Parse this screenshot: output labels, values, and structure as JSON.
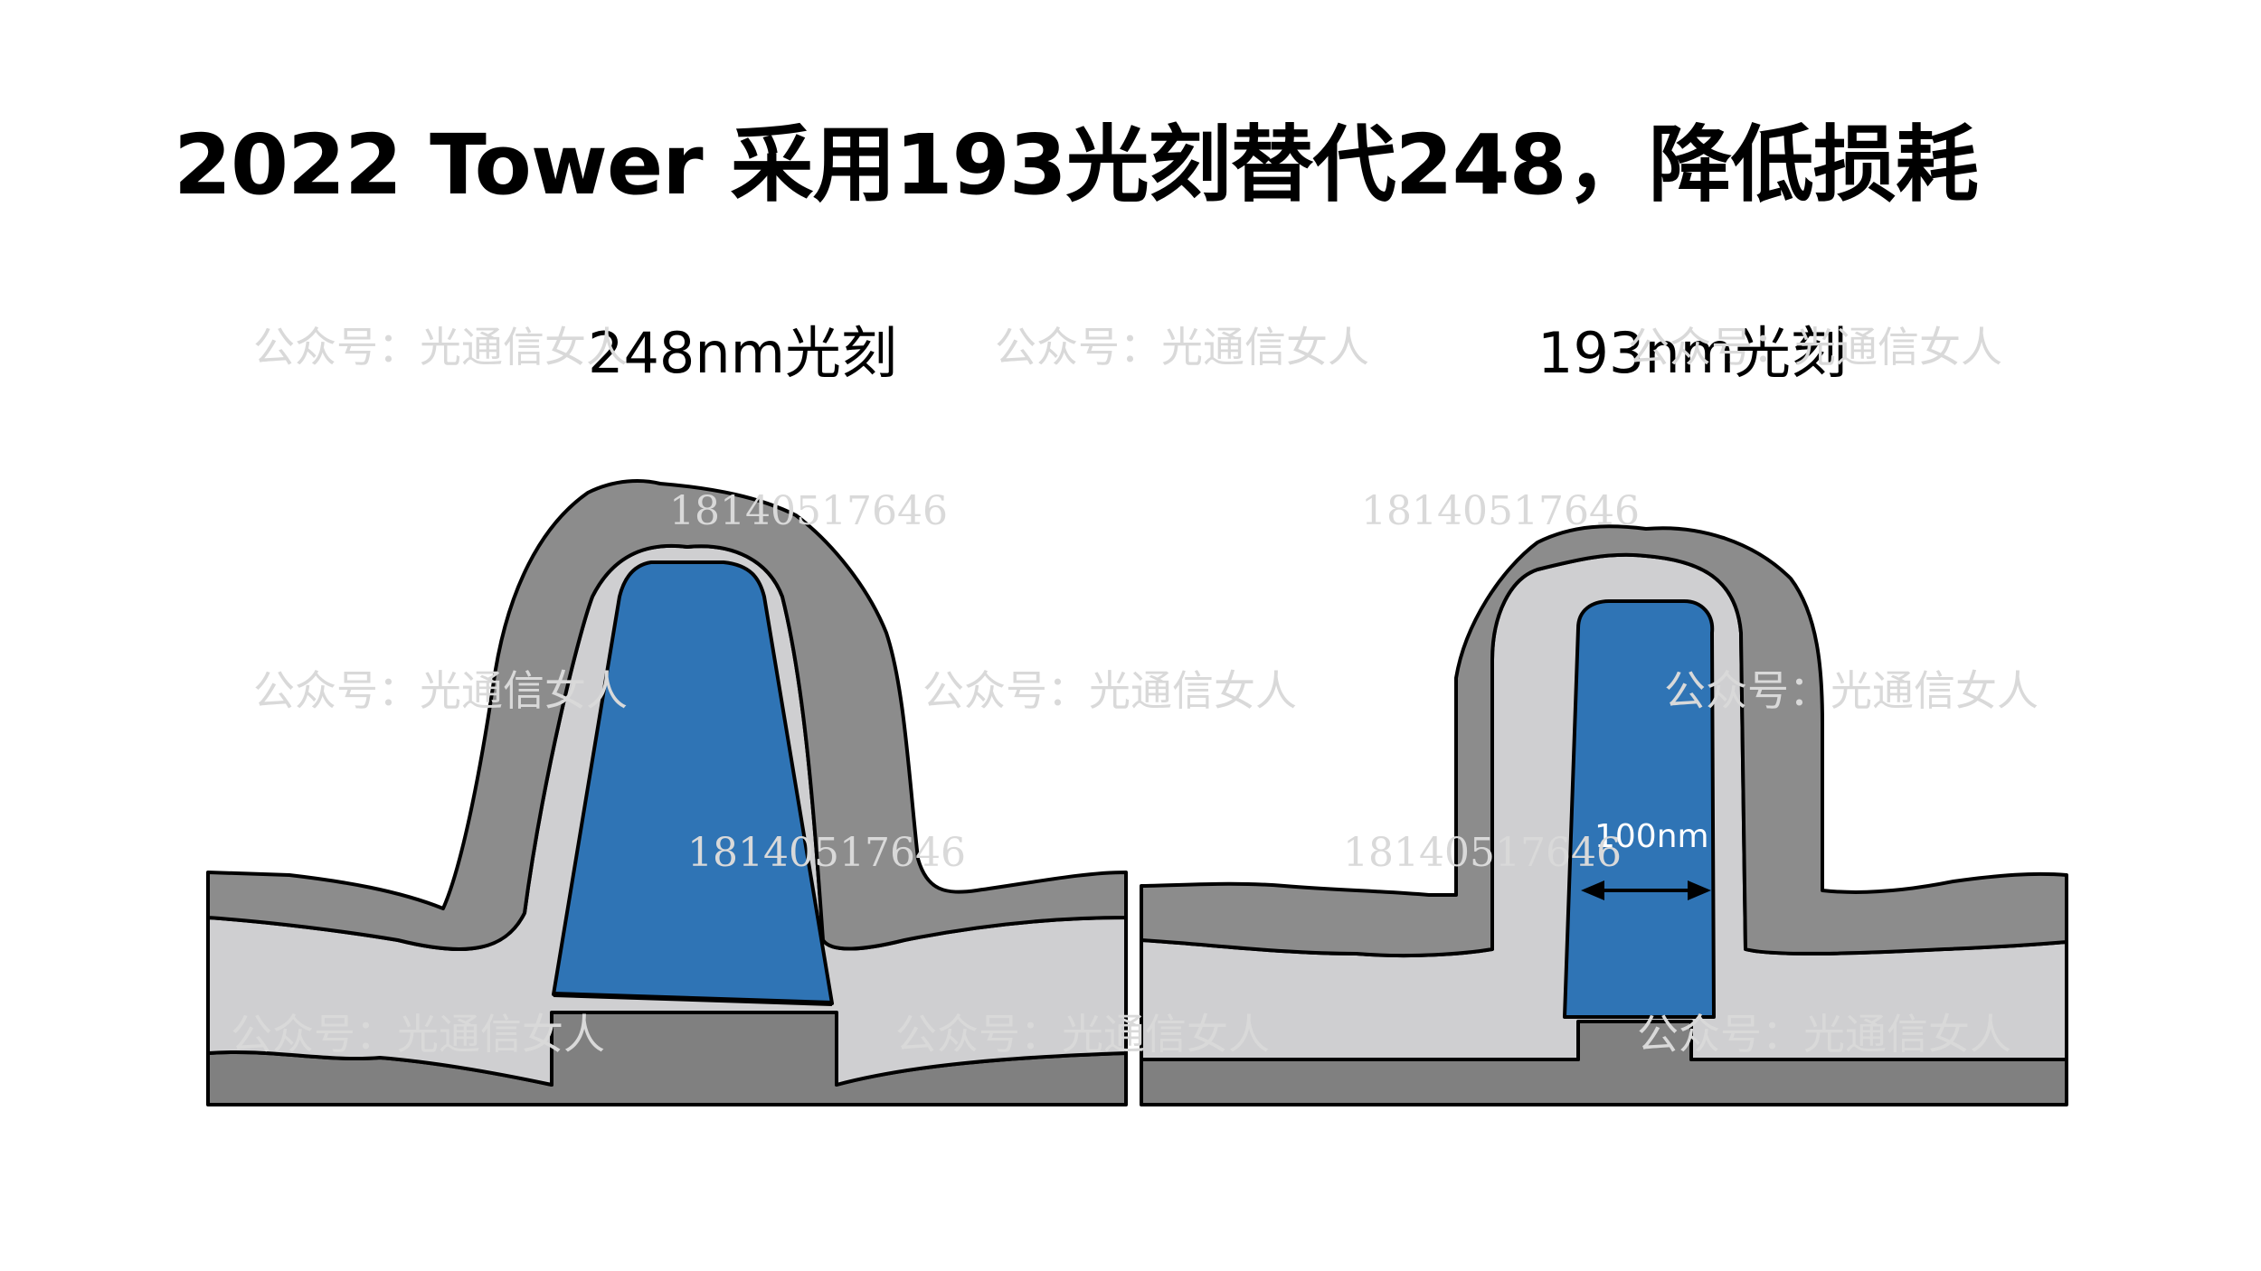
{
  "title": "2022 Tower 采用193光刻替代248，降低损耗",
  "panels": {
    "left_label": "248nm光刻",
    "right_label": "193nm光刻"
  },
  "annotation": {
    "width_label": "100nm"
  },
  "watermark": {
    "text": "公众号：光通信女人",
    "number": "18140517646"
  },
  "colors": {
    "outer_cladding": "#8c8c8c",
    "inner_cladding": "#cfcfd1",
    "substrate": "#808080",
    "core": "#2f74b5",
    "outline": "#000000"
  }
}
